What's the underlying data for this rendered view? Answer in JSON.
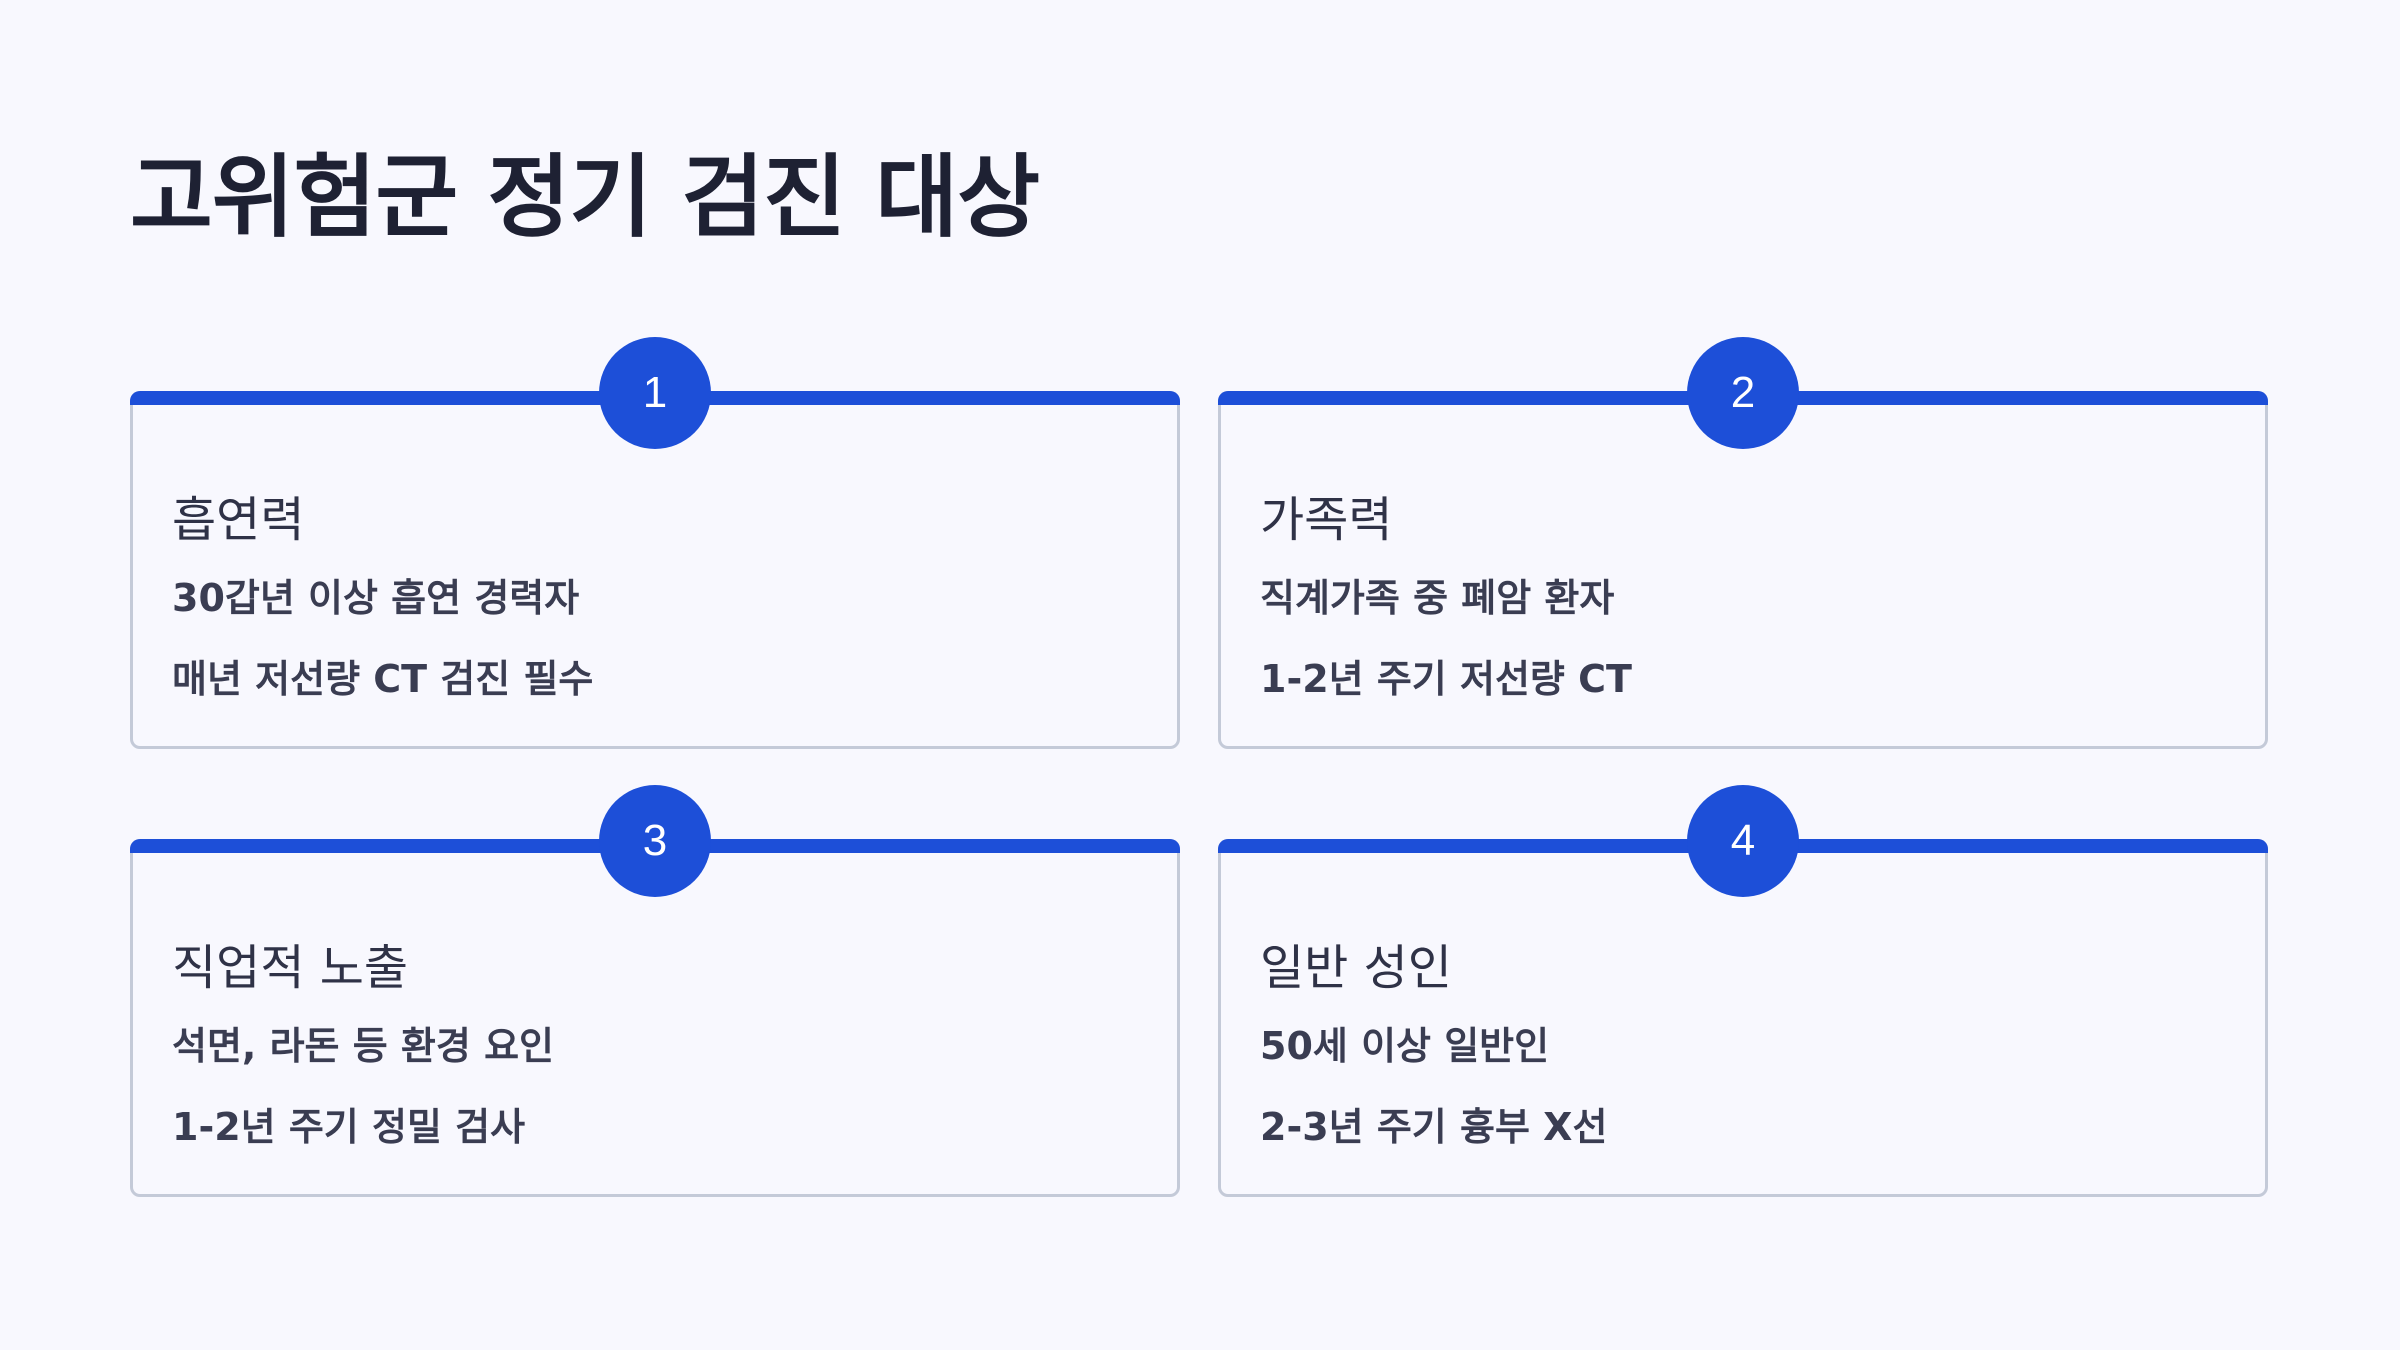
{
  "title": "고위험군 정기 검진 대상",
  "cards": [
    {
      "number": "1",
      "title": "흡연력",
      "line1": "30갑년 이상 흡연 경력자",
      "line2": "매년 저선량 CT 검진 필수"
    },
    {
      "number": "2",
      "title": "가족력",
      "line1": "직계가족 중 폐암 환자",
      "line2": "1-2년 주기 저선량 CT"
    },
    {
      "number": "3",
      "title": "직업적 노출",
      "line1": "석면, 라돈 등 환경 요인",
      "line2": "1-2년 주기 정밀 검사"
    },
    {
      "number": "4",
      "title": "일반 성인",
      "line1": "50세 이상 일반인",
      "line2": "2-3년 주기 흉부 X선"
    }
  ],
  "colors": {
    "accent": "#1d4fd8",
    "card_border": "#c4cad8",
    "background": "#f8f8fe",
    "title_text": "#1e2133"
  }
}
